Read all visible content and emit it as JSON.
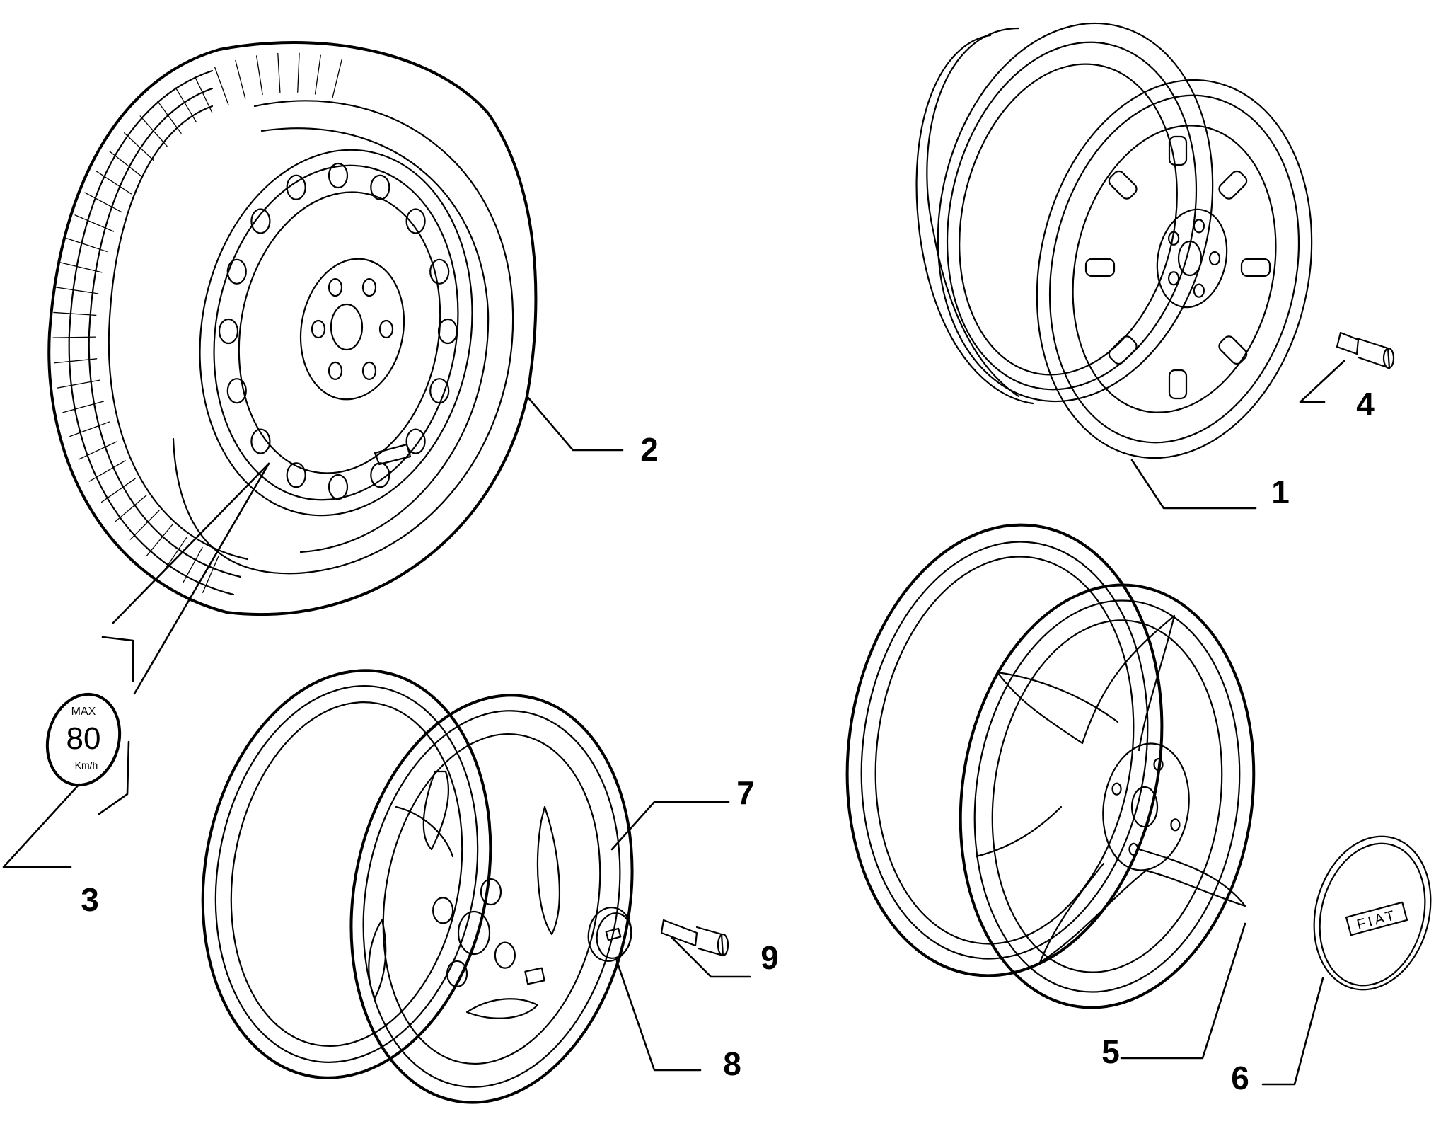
{
  "callouts": [
    {
      "id": "1",
      "label": "1"
    },
    {
      "id": "2",
      "label": "2"
    },
    {
      "id": "3",
      "label": "3"
    },
    {
      "id": "4",
      "label": "4"
    },
    {
      "id": "5",
      "label": "5"
    },
    {
      "id": "6",
      "label": "6"
    },
    {
      "id": "7",
      "label": "7"
    },
    {
      "id": "8",
      "label": "8"
    },
    {
      "id": "9",
      "label": "9"
    }
  ],
  "speed_label": {
    "max": "MAX",
    "value": "80",
    "unit": "Km/h"
  },
  "hubcap_logo": "FIAT",
  "colors": {
    "ink": "#000000",
    "paper": "#ffffff"
  }
}
